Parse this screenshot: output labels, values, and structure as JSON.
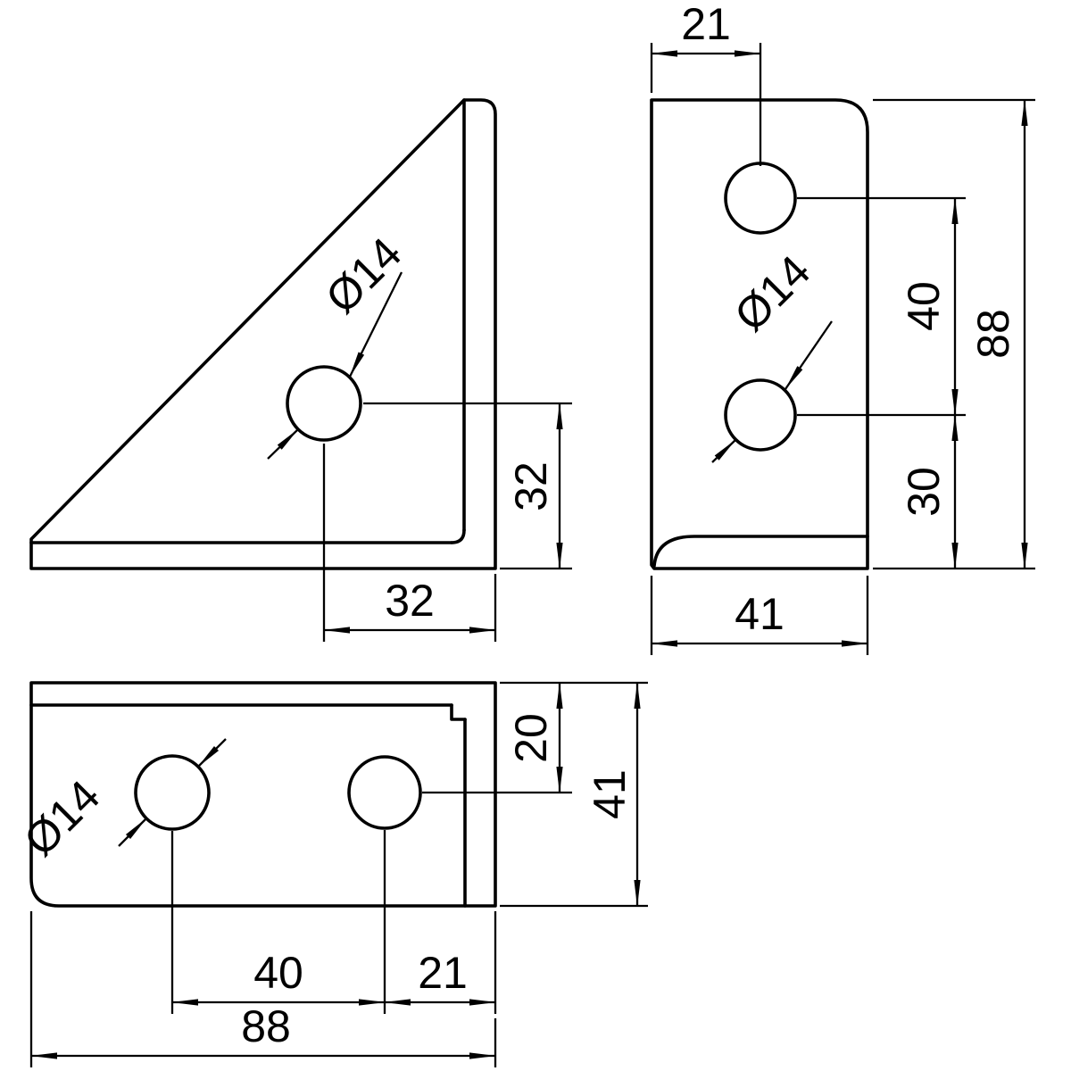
{
  "colors": {
    "line": "#000000",
    "background": "#ffffff"
  },
  "views": {
    "side": {
      "dia_label": "Ø14",
      "dim_hole_to_bottom": "32",
      "dim_hole_to_edge": "32"
    },
    "front": {
      "dia_label": "Ø14",
      "dim_edge_to_hole": "21",
      "dim_hole_spacing": "40",
      "dim_height": "88",
      "dim_hole_to_bottom": "30",
      "dim_width": "41"
    },
    "top": {
      "dia_label": "Ø14",
      "dim_edge_to_hole": "20",
      "dim_depth": "41",
      "dim_hole_spacing": "40",
      "dim_hole_to_end": "21",
      "dim_length": "88"
    }
  }
}
